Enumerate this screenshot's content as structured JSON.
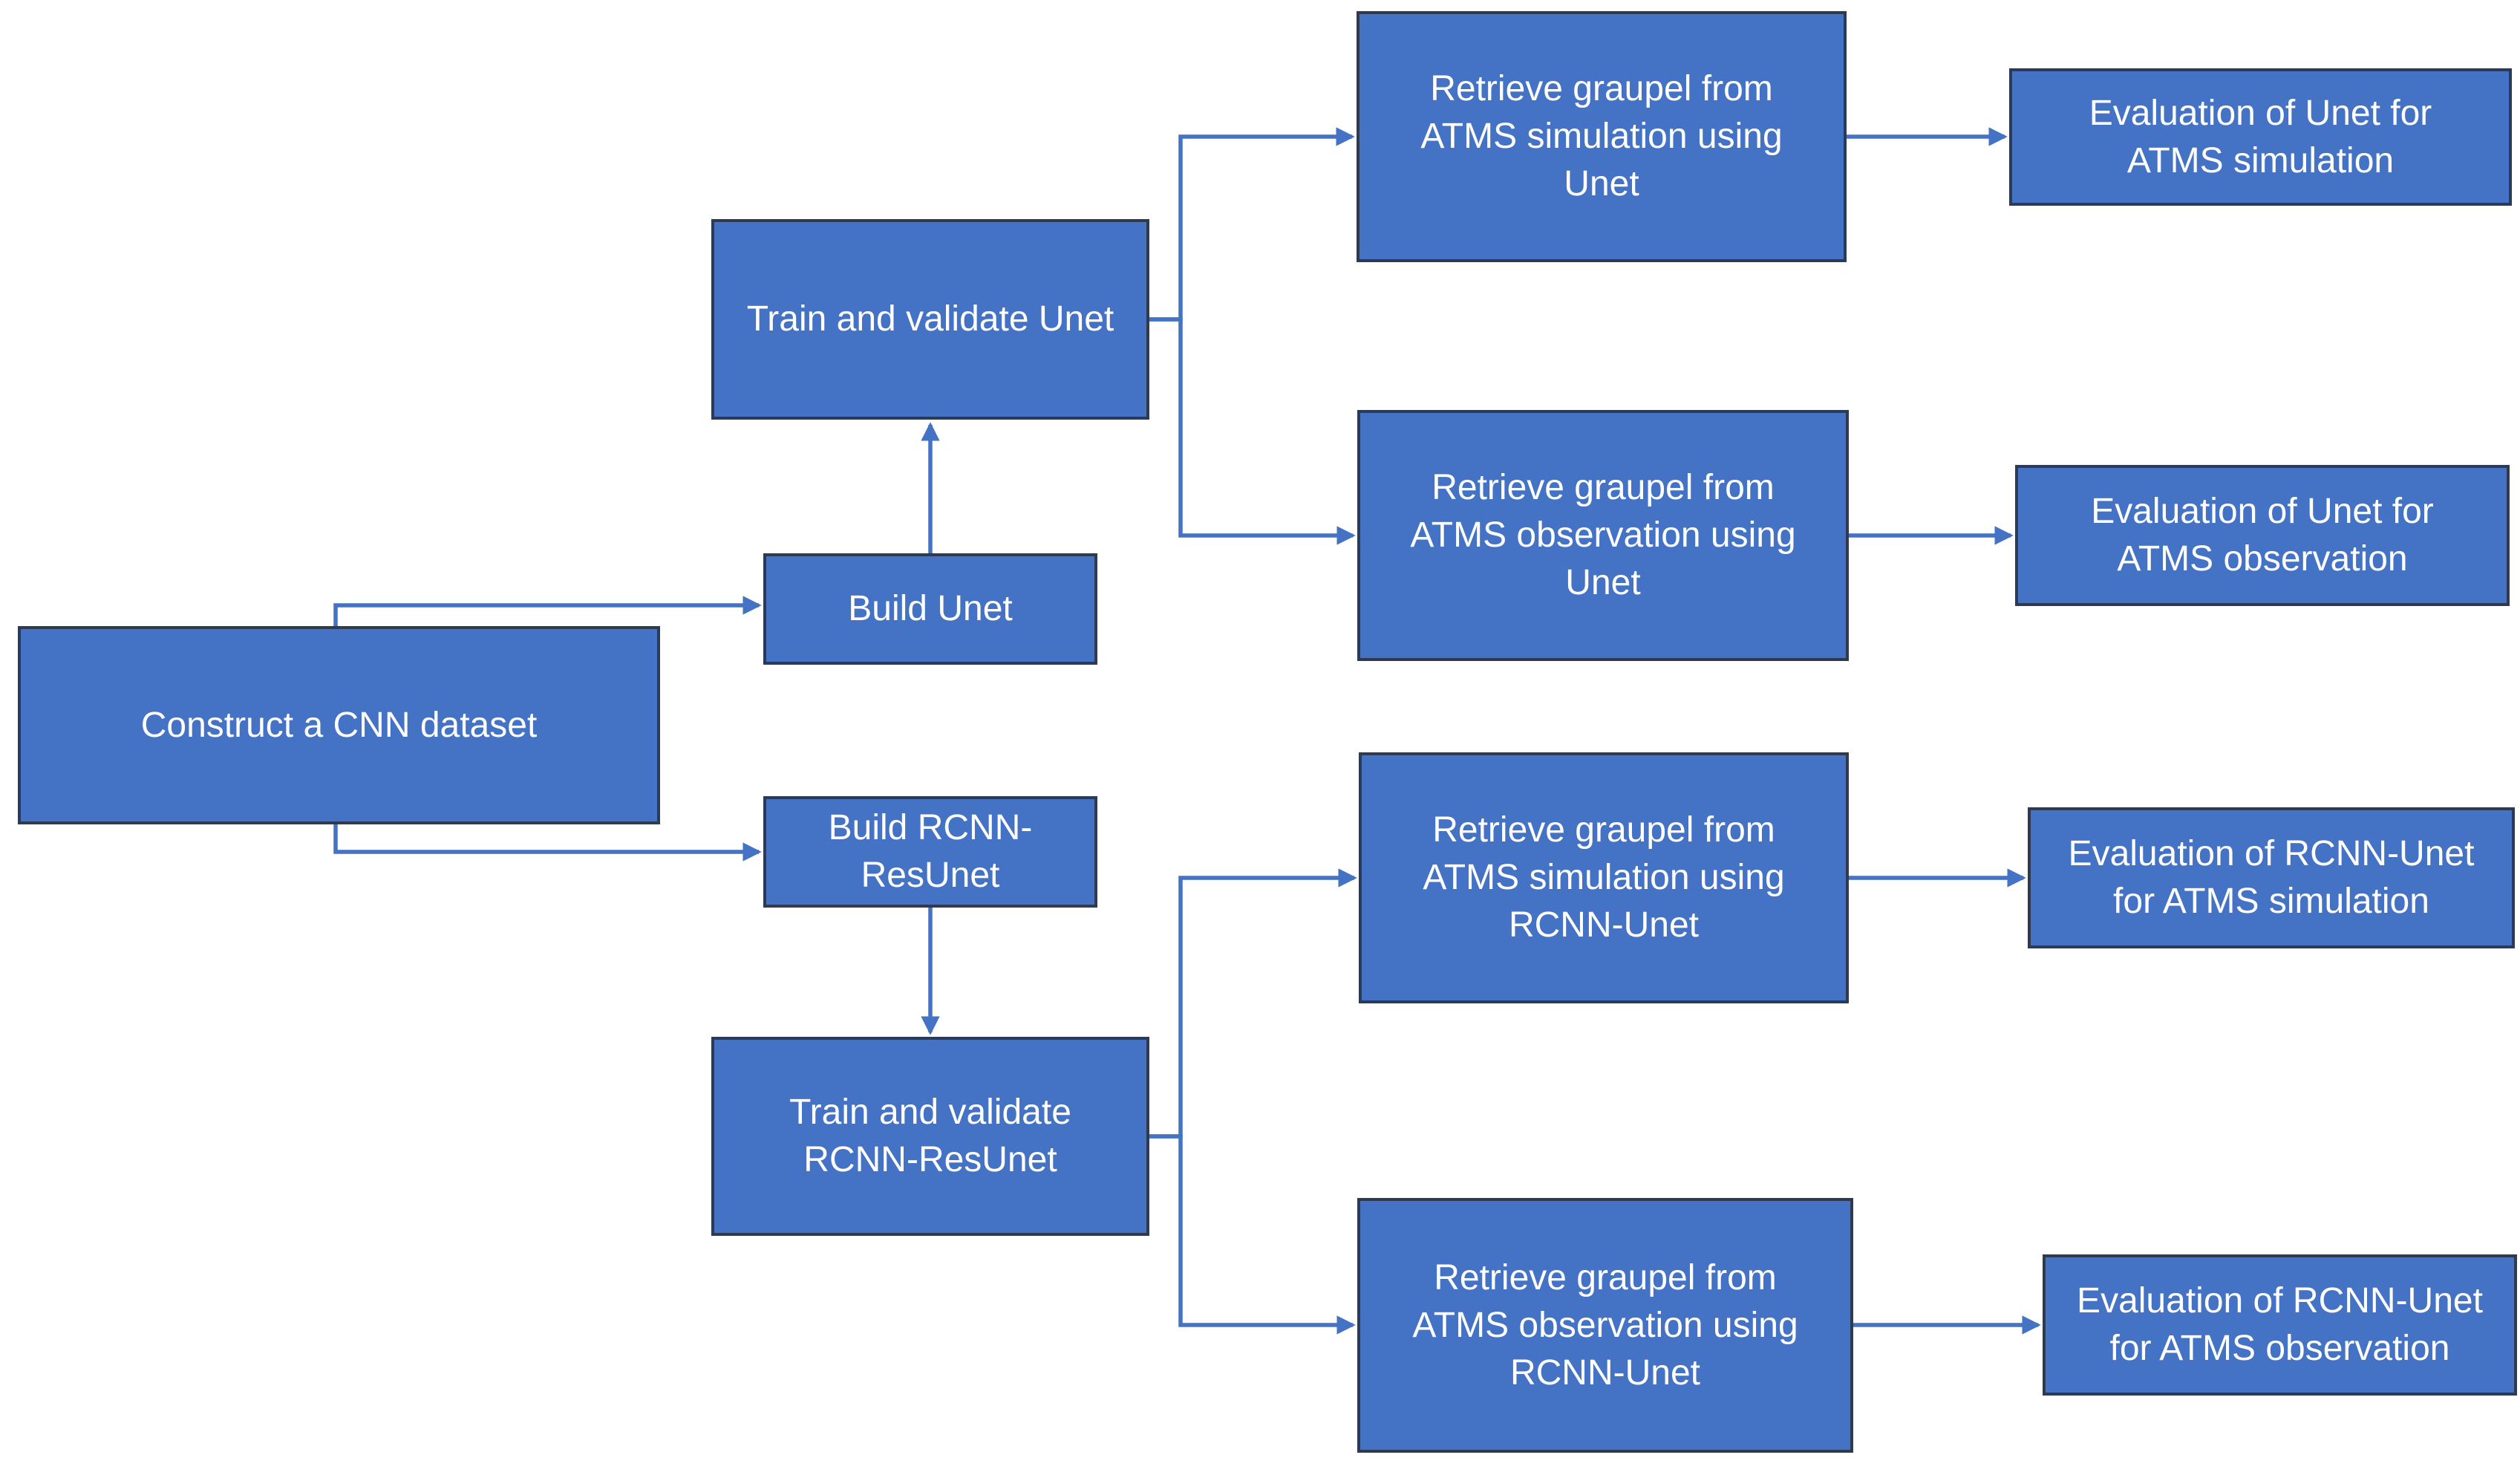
{
  "colors": {
    "background": "#ffffff",
    "node_fill": "#4472c4",
    "node_border": "#2e3a52",
    "node_text": "#ffffff",
    "connector": "#4472c4"
  },
  "nodes": {
    "construct_dataset": {
      "label": "Construct a CNN dataset"
    },
    "build_unet": {
      "label": "Build Unet"
    },
    "train_validate_unet": {
      "label": "Train and validate Unet"
    },
    "build_rcnn_resunet": {
      "label": "Build RCNN-\nResUnet"
    },
    "train_validate_rcnn_resunet": {
      "label": "Train and validate\nRCNN-ResUnet"
    },
    "retrieve_sim_unet": {
      "label": "Retrieve graupel from\nATMS simulation using\nUnet"
    },
    "retrieve_obs_unet": {
      "label": "Retrieve graupel from\nATMS observation using\nUnet"
    },
    "retrieve_sim_rcnn_unet": {
      "label": "Retrieve graupel from\nATMS simulation using\nRCNN-Unet"
    },
    "retrieve_obs_rcnn_unet": {
      "label": "Retrieve graupel from\nATMS observation using\nRCNN-Unet"
    },
    "eval_unet_sim": {
      "label": "Evaluation of Unet for\nATMS simulation"
    },
    "eval_unet_obs": {
      "label": "Evaluation of Unet for\nATMS observation"
    },
    "eval_rcnn_unet_sim": {
      "label": "Evaluation of RCNN-Unet\nfor ATMS simulation"
    },
    "eval_rcnn_unet_obs": {
      "label": "Evaluation of RCNN-Unet\nfor ATMS observation"
    }
  }
}
